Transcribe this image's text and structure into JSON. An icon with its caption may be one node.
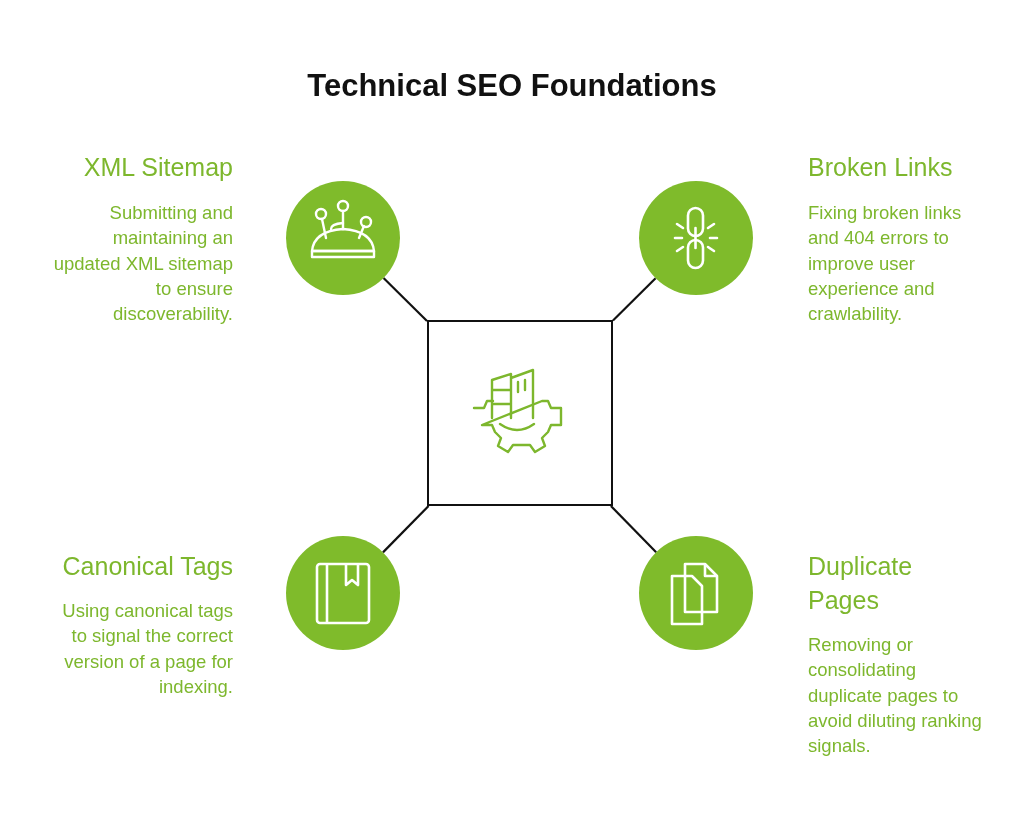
{
  "diagram": {
    "title": "Technical SEO Foundations",
    "nodes": [
      {
        "text": [],
        "shape": "box"
      },
      {
        "text": [],
        "shape": "circle",
        "beside": [
          "XML Sitemap",
          "Submitting and maintaining an updated XML sitemap to ensure discoverability."
        ]
      },
      {
        "text": [],
        "shape": "circle",
        "beside": [
          "Broken Links",
          "Fixing broken links and 404 errors to improve user experience and crawlability."
        ]
      },
      {
        "text": [],
        "shape": "circle",
        "beside": [
          "Canonical Tags",
          "Using canonical tags to signal the correct version of a page for indexing."
        ]
      },
      {
        "text": [],
        "shape": "circle",
        "beside": [
          "Duplicate Pages",
          "Removing or consolidating duplicate pages to avoid diluting ranking signals."
        ]
      }
    ],
    "edges": [
      {
        "from": 0,
        "to": 1,
        "arrow": "none"
      },
      {
        "from": 0,
        "to": 2,
        "arrow": "none"
      },
      {
        "from": 0,
        "to": 3,
        "arrow": "none"
      },
      {
        "from": 0,
        "to": 4,
        "arrow": "none"
      }
    ]
  }
}
